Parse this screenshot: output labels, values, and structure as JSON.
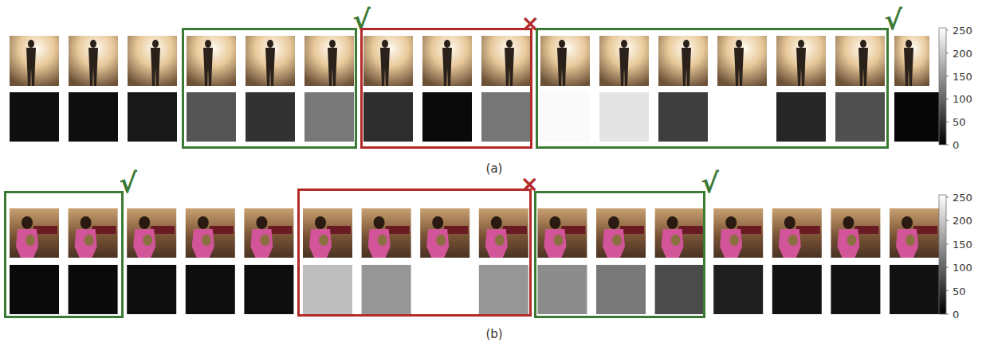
{
  "diagram": {
    "nodes": [
      {
        "text": [
          "√"
        ]
      },
      {
        "text": [
          "×"
        ]
      },
      {
        "text": [
          "√"
        ]
      },
      {
        "text": [
          "√"
        ]
      },
      {
        "text": [
          "×"
        ]
      },
      {
        "text": [
          "√"
        ]
      }
    ],
    "labels": [
      "250",
      "200",
      "150",
      "100",
      "50",
      "0",
      "(a)",
      "250",
      "200",
      "150",
      "100",
      "50",
      "0",
      "(b)"
    ]
  }
}
